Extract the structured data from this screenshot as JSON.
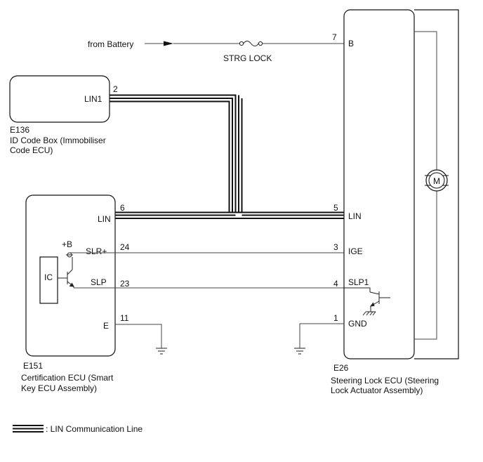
{
  "battery": {
    "label": "from Battery"
  },
  "fuse": {
    "label": "STRG LOCK"
  },
  "id_code_box": {
    "code": "E136",
    "name_line1": "ID Code Box (Immobiliser",
    "name_line2": "Code ECU)",
    "pin_label": "LIN1",
    "pin_no": "2"
  },
  "certification_ecu": {
    "code": "E151",
    "name_line1": "Certification ECU (Smart",
    "name_line2": "Key ECU Assembly)",
    "supply_label": "+B",
    "ic_label": "IC",
    "pins": {
      "lin": {
        "label": "LIN",
        "no": "6"
      },
      "slr": {
        "label": "SLR+",
        "no": "24"
      },
      "slp": {
        "label": "SLP",
        "no": "23"
      },
      "e": {
        "label": "E",
        "no": "11"
      }
    }
  },
  "steering_lock_ecu": {
    "code": "E26",
    "name_line1": "Steering Lock ECU (Steering",
    "name_line2": "Lock Actuator Assembly)",
    "motor_label": "M",
    "pins": {
      "b": {
        "label": "B",
        "no": "7"
      },
      "lin": {
        "label": "LIN",
        "no": "5"
      },
      "ige": {
        "label": "IGE",
        "no": "3"
      },
      "slp1": {
        "label": "SLP1",
        "no": "4"
      },
      "gnd": {
        "label": "GND",
        "no": "1"
      }
    }
  },
  "legend": {
    "label": ": LIN Communication Line"
  }
}
